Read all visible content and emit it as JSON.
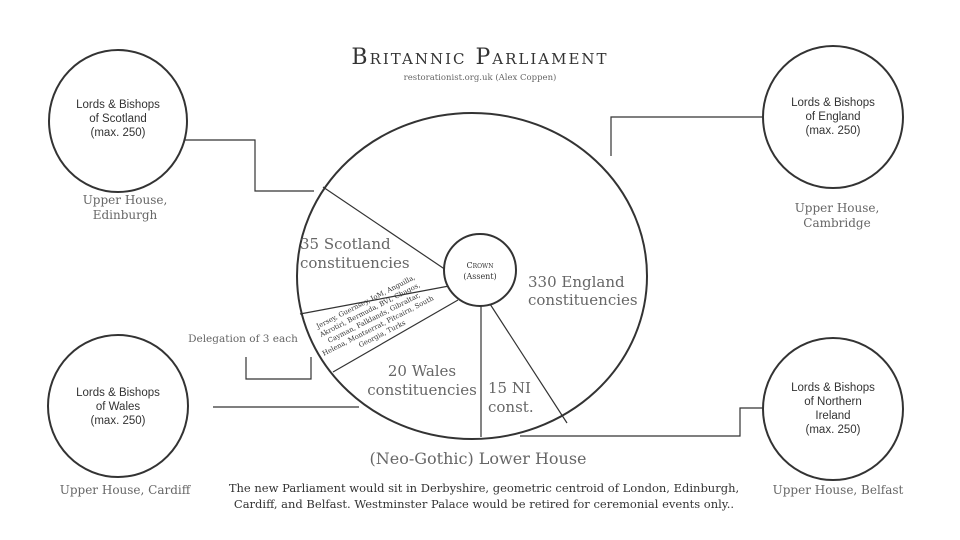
{
  "header": {
    "title": "Britannic Parliament",
    "credit": "restorationist.org.uk (Alex Coppen)"
  },
  "upper_houses": {
    "scotland": {
      "lines": [
        "Lords & Bishops",
        "of Scotland",
        "(max. 250)"
      ],
      "caption": [
        "Upper House,",
        "Edinburgh"
      ]
    },
    "england": {
      "lines": [
        "Lords & Bishops",
        "of England",
        "(max. 250)"
      ],
      "caption": [
        "Upper House,",
        "Cambridge"
      ]
    },
    "wales": {
      "lines": [
        "Lords & Bishops",
        "of Wales",
        "(max. 250)"
      ],
      "caption": [
        "Upper House, Cardiff"
      ]
    },
    "northern_ireland": {
      "lines": [
        "Lords & Bishops",
        "of Northern",
        "Ireland",
        "(max. 250)"
      ],
      "caption": [
        "Upper House, Belfast"
      ]
    }
  },
  "crown": {
    "title": "Crown",
    "subtitle": "(Assent)"
  },
  "lower_house": {
    "label": "(Neo-Gothic) Lower House",
    "segments": {
      "scotland": [
        "35 Scotland",
        "constituencies"
      ],
      "england": [
        "330 England",
        "constituencies"
      ],
      "wales": [
        "20 Wales",
        "constituencies"
      ],
      "ni": [
        "15 NI",
        "const."
      ],
      "territories": [
        "Jersey, Guernsey, IoM, Anguilla,",
        "Akrotiri, Bermuda, BVI, Chagos,",
        "Cayman, Falklands, Gibraltar,",
        "Helena, Montserrat, Pitcairn, South",
        "Georgia, Turks"
      ]
    }
  },
  "delegation_note": "Delegation of 3 each",
  "footer_note": [
    "The new Parliament would sit in Derbyshire, geometric centroid of London, Edinburgh,",
    "Cardiff, and Belfast. Westminster Palace would be retired for ceremonial events only.."
  ]
}
